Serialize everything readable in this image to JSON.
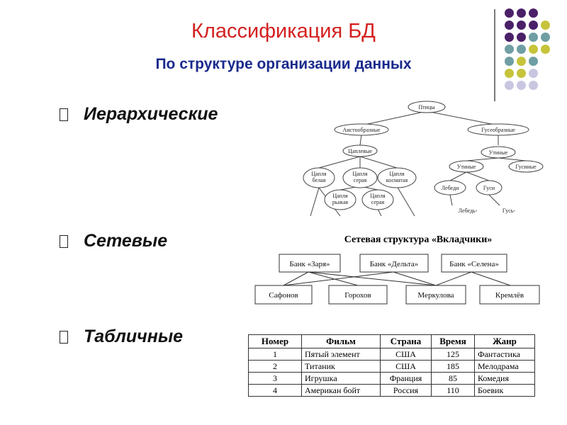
{
  "title": "Классификация БД",
  "subtitle": "По структуре организации данных",
  "bullets": [
    {
      "label": "Иерархические"
    },
    {
      "label": "Сетевые"
    },
    {
      "label": "Табличные"
    }
  ],
  "decor": {
    "dot_colors": {
      "purple": "#4a2068",
      "teal": "#6f9ea3",
      "olive": "#c6c43a",
      "lavender": "#c8c6e0"
    }
  },
  "hierarchy": {
    "root": "Птицы",
    "level1": [
      "Аистообразные",
      "Гусеобразные"
    ],
    "left_l2": "Цаплевые",
    "left_l3": [
      [
        "Цапля",
        "белая"
      ],
      [
        "Цапля",
        "серая"
      ],
      [
        "Цапля",
        "косматая"
      ]
    ],
    "left_l4": [
      [
        "Цапля",
        "рыжая"
      ],
      [
        "Цапля",
        "серая"
      ]
    ],
    "right_l2": "Утиные",
    "right_l3": [
      "Утиные",
      "Гусиные"
    ],
    "right_l4": [
      "Лебеди",
      "Гуси"
    ],
    "right_l5": [
      "Лебедь-",
      "Гусь-"
    ]
  },
  "network": {
    "title": "Сетевая структура «Вкладчики»",
    "banks": [
      "Банк «Заря»",
      "Банк «Дельта»",
      "Банк «Селена»"
    ],
    "depositors": [
      "Сафонов",
      "Горохов",
      "Меркулова",
      "Кремлёв"
    ]
  },
  "table": {
    "headers": [
      "Номер",
      "Фильм",
      "Страна",
      "Время",
      "Жанр"
    ],
    "rows": [
      [
        "1",
        "Пятый элемент",
        "США",
        "125",
        "Фантастика"
      ],
      [
        "2",
        "Титаник",
        "США",
        "185",
        "Мелодрама"
      ],
      [
        "3",
        "Игрушка",
        "Франция",
        "85",
        "Комедия"
      ],
      [
        "4",
        "Американ бойт",
        "Россия",
        "110",
        "Боевик"
      ]
    ]
  }
}
